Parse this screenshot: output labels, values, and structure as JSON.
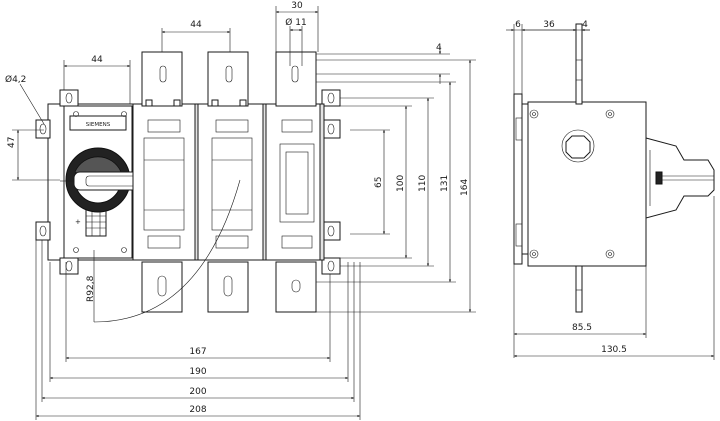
{
  "front_view": {
    "brand_label": "SIEMENS",
    "dims": {
      "top_44_left": "44",
      "top_44_mid": "44",
      "top_30": "30",
      "hole_11": "Ø 11",
      "right_4": "4",
      "hole_4_2": "Ø4,2",
      "left_47": "47",
      "h_65": "65",
      "h_100": "100",
      "h_110": "110",
      "h_131": "131",
      "h_164": "164",
      "r_92_8": "R92,8",
      "w_167": "167",
      "w_190": "190",
      "w_200": "200",
      "w_208": "208"
    }
  },
  "side_view": {
    "dims": {
      "top_6": "6",
      "top_36": "36",
      "top_4": "4",
      "w_85_5": "85.5",
      "w_130_5": "130.5"
    }
  }
}
